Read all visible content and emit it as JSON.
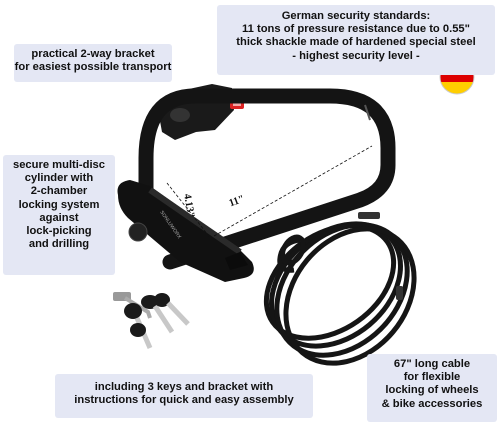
{
  "callouts": {
    "security": [
      "German security standards:",
      "11 tons of pressure resistance due to 0.55\"",
      "thick shackle made of hardened special steel",
      "- highest security level -"
    ],
    "bracket": [
      "practical 2-way bracket",
      "for easiest possible transport"
    ],
    "cylinder": [
      "secure multi-disc",
      "cylinder with",
      "2-chamber",
      "locking system",
      "against",
      "lock-picking",
      "and drilling"
    ],
    "keys": [
      "including 3 keys and bracket with",
      "instructions for quick and easy assembly"
    ],
    "cable": [
      "67\" long cable",
      "for flexible",
      "locking of wheels",
      "& bike accessories"
    ]
  },
  "dimensions": {
    "width": "11\"",
    "height": "4.13\""
  },
  "colors": {
    "callout_bg": "#e4e7f4",
    "lock_black": "#141414",
    "flag_black": "#000000",
    "flag_red": "#dd0000",
    "flag_gold": "#ffce00"
  },
  "icons": {
    "flag": "germany-flag-icon"
  }
}
